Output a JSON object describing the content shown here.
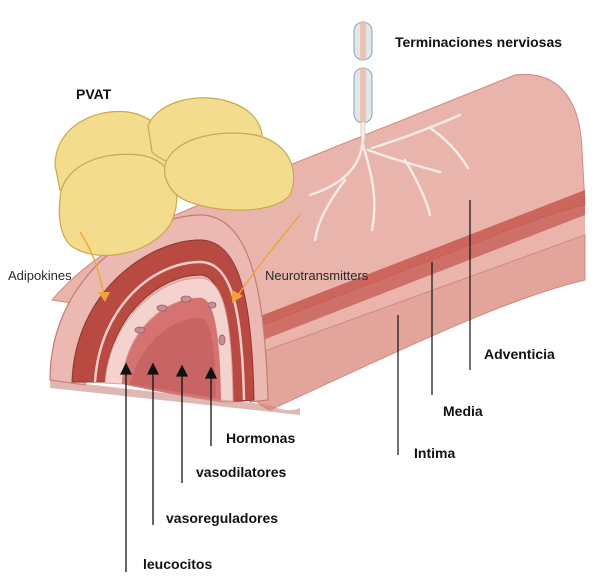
{
  "labels": {
    "nerve_endings": "Terminaciones nerviosas",
    "pvat": "PVAT",
    "adipokines": "Adipokines",
    "neurotransmitters": "Neurotransmitters",
    "adventitia": "Adventicia",
    "media": "Media",
    "intima": "Intima",
    "hormones": "Hormonas",
    "vasodilators": "vasodilatores",
    "vasoregulators": "vasoreguladores",
    "leukocytes": "leucocitos"
  },
  "colors": {
    "adventitia_outer": "#e9b4ac",
    "adventitia_shade": "#d98f85",
    "media_band": "#c7574e",
    "media_dark": "#a63f38",
    "intima_lumen": "#f2c8c3",
    "lumen_dark": "#c45f5f",
    "fat_fill": "#f3dc8e",
    "fat_stroke": "#c9a94a",
    "nerve": "#f5ece6",
    "arrow": "#f0a338",
    "leader": "#111111"
  }
}
